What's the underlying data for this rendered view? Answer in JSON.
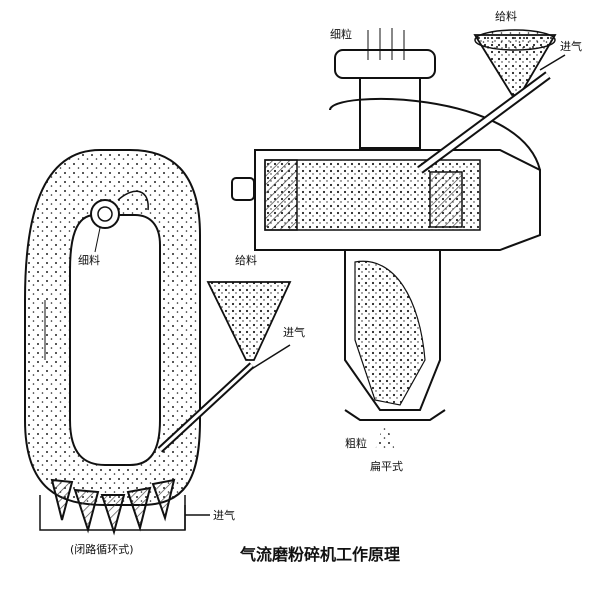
{
  "diagram": {
    "caption": "气流磨粉碎机工作原理",
    "left_unit": {
      "label_fine": "细料",
      "label_feed": "给料",
      "label_air_in_side": "进气",
      "label_air_in_bottom": "进气",
      "caption": "(闭路循环式)"
    },
    "right_unit": {
      "label_fine": "细粒",
      "label_feed": "给料",
      "label_air_in": "进气",
      "label_coarse": "粗粒",
      "caption": "扁平式"
    }
  },
  "colors": {
    "line": "#111111",
    "hatch": "#444444",
    "background": "#ffffff"
  }
}
